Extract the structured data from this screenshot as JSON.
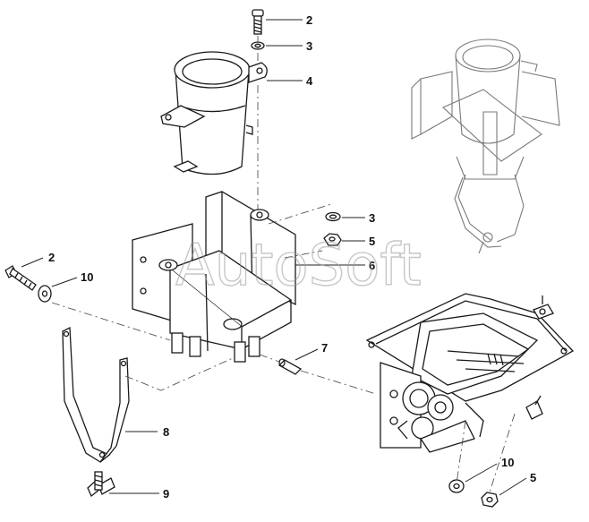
{
  "watermark": "AutoSoft",
  "callouts": [
    {
      "id": "c2a",
      "label": "2"
    },
    {
      "id": "c3a",
      "label": "3"
    },
    {
      "id": "c4",
      "label": "4"
    },
    {
      "id": "c3b",
      "label": "3"
    },
    {
      "id": "c5a",
      "label": "5"
    },
    {
      "id": "c6",
      "label": "6"
    },
    {
      "id": "c2b",
      "label": "2"
    },
    {
      "id": "c10a",
      "label": "10"
    },
    {
      "id": "c7",
      "label": "7"
    },
    {
      "id": "c8",
      "label": "8"
    },
    {
      "id": "c9",
      "label": "9"
    },
    {
      "id": "c10b",
      "label": "10"
    },
    {
      "id": "c5b",
      "label": "5"
    }
  ]
}
